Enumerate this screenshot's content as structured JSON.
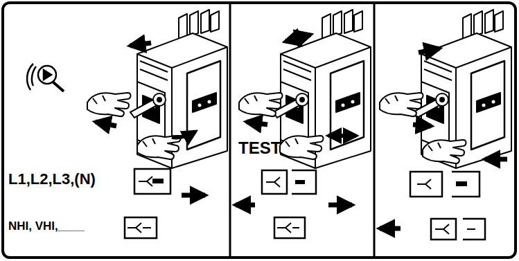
{
  "diagram": {
    "labels": [
      "L1,L2,L3,(N)",
      "NHI, VHI,____",
      "TEST"
    ]
  }
}
